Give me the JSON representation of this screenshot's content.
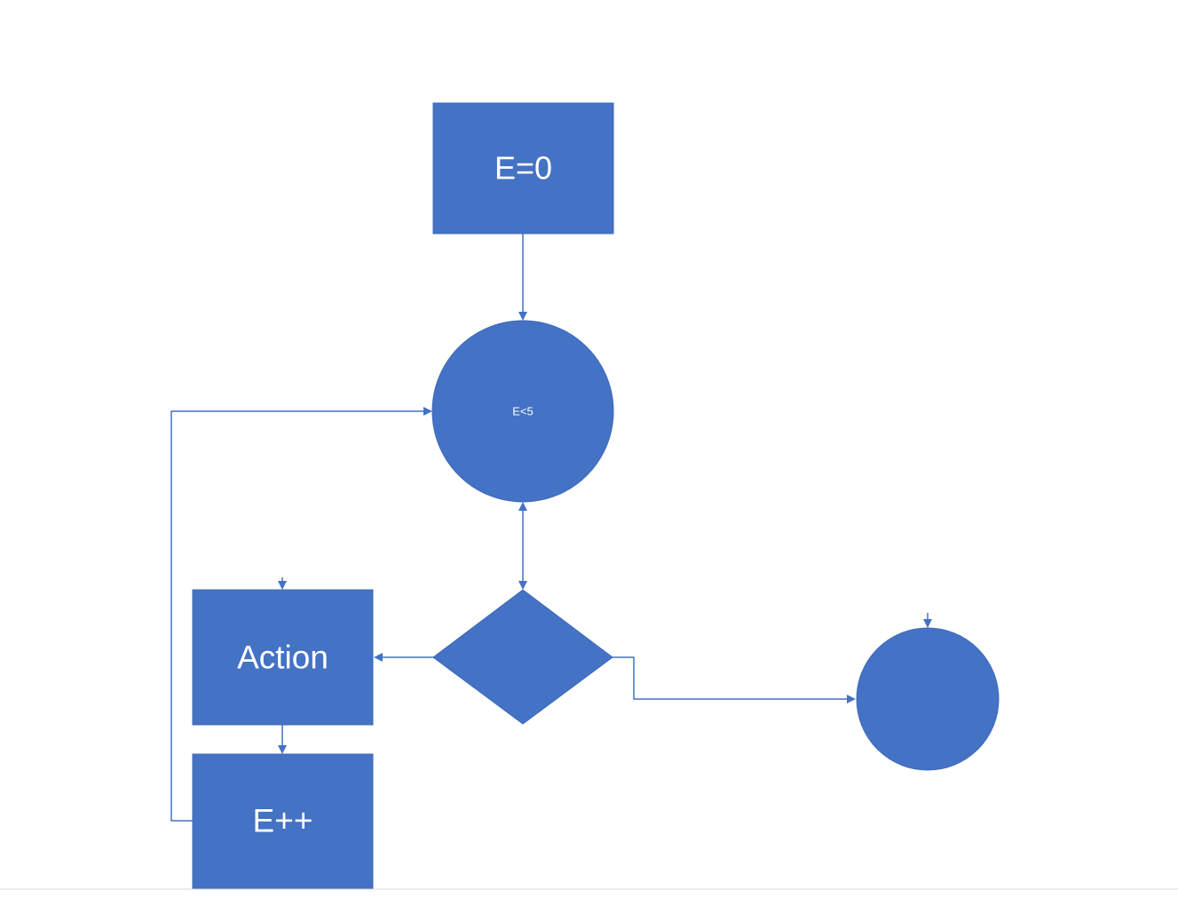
{
  "diagram": {
    "fill_color": "#4472c4",
    "line_color": "#4472c4",
    "label_color": "#ffffff",
    "page_border_color": "#d9d9d9",
    "nodes": {
      "init": {
        "label": "E=0",
        "shape": "rectangle"
      },
      "condition": {
        "label": "E<5",
        "shape": "circle"
      },
      "decision": {
        "label": "",
        "shape": "diamond"
      },
      "action": {
        "label": "Action",
        "shape": "rectangle"
      },
      "increment": {
        "label": "E++",
        "shape": "rectangle"
      },
      "end": {
        "label": "",
        "shape": "circle"
      }
    },
    "edges": [
      {
        "from": "init",
        "to": "condition",
        "arrow": "end"
      },
      {
        "from": "condition",
        "to": "decision",
        "arrow": "both"
      },
      {
        "from": "decision",
        "to": "action",
        "arrow": "end"
      },
      {
        "from": "decision",
        "to": "end",
        "arrow": "end"
      },
      {
        "from": "action",
        "to": "increment",
        "arrow": "end"
      },
      {
        "from": "increment",
        "to": "condition",
        "arrow": "end"
      }
    ]
  }
}
